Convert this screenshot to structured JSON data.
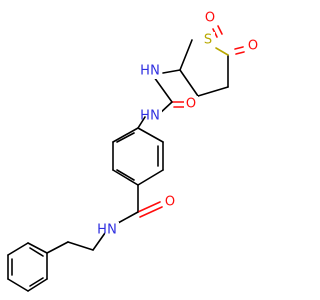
{
  "molecule": {
    "atoms": {
      "o_sulfonyl_top": "O",
      "s1": "S",
      "o_sulfonyl_right": "O",
      "nh_urea_top": "N",
      "h_urea_top": "H",
      "o_urea": "O",
      "nh_urea_bottom": "N",
      "h_urea_bottom": "H",
      "o_amide": "O",
      "nh_amide": "N",
      "h_amide": "H"
    },
    "colors": {
      "oxygen": "#ff0d0d",
      "nitrogen": "#2f2fe0",
      "sulfur": "#b8a800",
      "carbon": "#000000"
    }
  }
}
